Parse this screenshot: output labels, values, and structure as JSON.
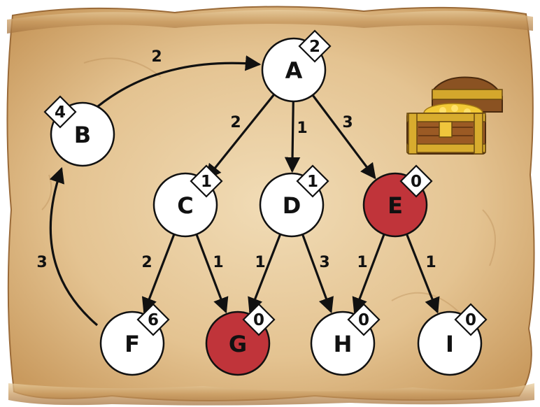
{
  "nodes": [
    {
      "id": "A",
      "label": "A",
      "weight": "2",
      "highlighted": false
    },
    {
      "id": "B",
      "label": "B",
      "weight": "4",
      "highlighted": false
    },
    {
      "id": "C",
      "label": "C",
      "weight": "1",
      "highlighted": false
    },
    {
      "id": "D",
      "label": "D",
      "weight": "1",
      "highlighted": false
    },
    {
      "id": "E",
      "label": "E",
      "weight": "0",
      "highlighted": true
    },
    {
      "id": "F",
      "label": "F",
      "weight": "6",
      "highlighted": false
    },
    {
      "id": "G",
      "label": "G",
      "weight": "0",
      "highlighted": true
    },
    {
      "id": "H",
      "label": "H",
      "weight": "0",
      "highlighted": false
    },
    {
      "id": "I",
      "label": "I",
      "weight": "0",
      "highlighted": false
    }
  ],
  "edges": [
    {
      "from": "B",
      "to": "A",
      "label": "2"
    },
    {
      "from": "A",
      "to": "C",
      "label": "2"
    },
    {
      "from": "A",
      "to": "D",
      "label": "1"
    },
    {
      "from": "A",
      "to": "E",
      "label": "3"
    },
    {
      "from": "C",
      "to": "F",
      "label": "2"
    },
    {
      "from": "C",
      "to": "G",
      "label": "1"
    },
    {
      "from": "D",
      "to": "G",
      "label": "1"
    },
    {
      "from": "D",
      "to": "H",
      "label": "3"
    },
    {
      "from": "E",
      "to": "H",
      "label": "1"
    },
    {
      "from": "E",
      "to": "I",
      "label": "1"
    },
    {
      "from": "F",
      "to": "B",
      "label": "3"
    }
  ],
  "colors": {
    "parchment": "#e6c89a",
    "parchment_edge": "#b98a52",
    "node_fill": "#ffffff",
    "highlight_fill": "#c0343a",
    "stroke": "#111111"
  },
  "decorations": {
    "treasure_chest_icon": "treasure-chest-icon"
  }
}
